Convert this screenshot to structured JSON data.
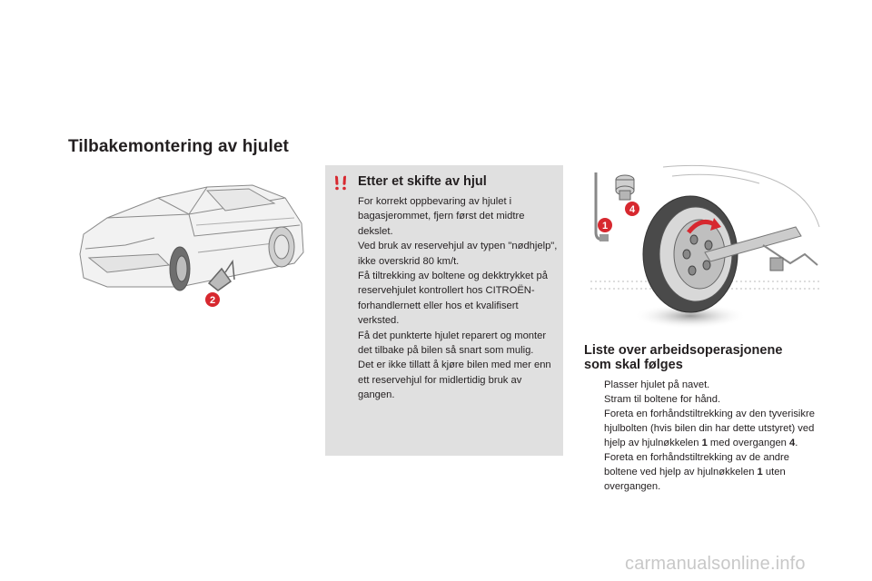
{
  "page": {
    "title": "Tilbakemontering av hjulet"
  },
  "car_figure": {
    "callout_2": "2"
  },
  "info_box": {
    "title": "Etter et skifte av hjul",
    "paragraphs": [
      "For korrekt oppbevaring av hjulet i bagasjerommet, fjern først det midtre dekslet.",
      "Ved bruk av reservehjul av typen \"nødhjelp\", ikke overskrid 80 km/t.",
      "Få tiltrekking av boltene og dekktrykket på reservehjulet kontrollert hos CITROËN-forhandlernett eller hos et kvalifisert verksted.",
      "Få det punkterte hjulet reparert og monter det tilbake på bilen så snart som mulig.",
      "Det er ikke tillatt å kjøre bilen med mer enn ett reservehjul for midlertidig bruk av gangen."
    ]
  },
  "wheel_figure": {
    "callout_1": "1",
    "callout_4": "4"
  },
  "operations": {
    "title_line1": "Liste over arbeidsoperasjonene",
    "title_line2": "som skal følges",
    "bullet": "",
    "items": [
      {
        "text": "Plasser hjulet på navet."
      },
      {
        "text": "Stram til boltene for hånd."
      },
      {
        "pre": "Foreta en forhåndstiltrekking av den tyverisikre hjulbolten (hvis bilen din har dette utstyret) ved hjelp av hjulnøkkelen ",
        "bold1": "1",
        "mid": " med overgangen ",
        "bold2": "4",
        "post": "."
      },
      {
        "pre": "Foreta en forhåndstiltrekking av de andre boltene ved hjelp av hjulnøkkelen ",
        "bold1": "1",
        "post": " uten overgangen."
      }
    ]
  },
  "watermark": "carmanualsonline.info",
  "colors": {
    "callout_red": "#d7282f",
    "box_bg": "#e0e0e0",
    "text": "#231f20"
  }
}
